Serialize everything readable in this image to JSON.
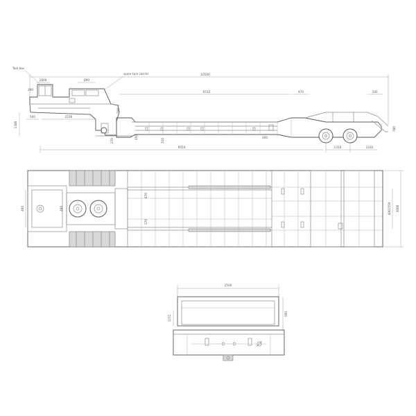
{
  "labels": {
    "tool_box": "Tool box",
    "spare_tyre_carrier": "spare tyre carrier"
  },
  "side_view": {
    "overall_length": "16500",
    "dim_1600": "1600",
    "dim_890": "890",
    "dim_6532": "6532",
    "dim_470": "470",
    "dim_541": "541",
    "dim_290": "290",
    "dim_1380": "1380",
    "dim_500": "500",
    "dim_2100": "2100",
    "dim_780": "780",
    "dim_270": "270",
    "dim_450": "450",
    "dim_310": "310",
    "dim_9554": "9554",
    "dim_1310": "1310",
    "dim_1310b": "1310",
    "dim_200": "200"
  },
  "top_view": {
    "width_3000": "3000",
    "dim_4001550": "4001550",
    "dim_870": "870",
    "dim_370": "370",
    "dim_400": "400",
    "dim_480": "480"
  },
  "front_view": {
    "width_2500": "2500",
    "dim_500": "500",
    "dim_1272": "1272"
  }
}
